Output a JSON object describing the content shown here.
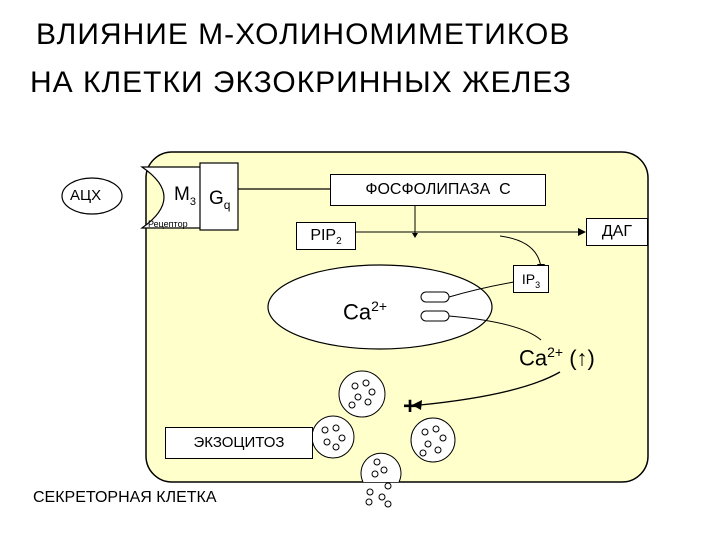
{
  "title_line1": "ВЛИЯНИЕ М-ХОЛИНОМИМЕТИКОВ",
  "title_line2": "НА КЛЕТКИ ЭКЗОКРИННЫХ ЖЕЛЕЗ",
  "ach": "АЦХ",
  "m3": {
    "base": "М",
    "sub": "3"
  },
  "gq": {
    "base": "G",
    "sub": "q"
  },
  "receptor": "Рецептор",
  "plc": "ФОСФОЛИПАЗА  С",
  "pip2": {
    "base": "PIP",
    "sub": "2"
  },
  "dag": "ДАГ",
  "ip3": {
    "base": "IP",
    "sub": "3"
  },
  "ca_store": {
    "base": "Ca",
    "sup": "2+"
  },
  "ca_cyto": {
    "base": "Ca",
    "sup": "2+",
    "suffix_open": " (",
    "suffix_close": ")"
  },
  "plus": "+",
  "exocytosis": "ЭКЗОЦИТОЗ",
  "cell_label": "СЕКРЕТОРНАЯ КЛЕТКА",
  "colors": {
    "cell_fill": "#ffffcc",
    "line": "#000000"
  }
}
